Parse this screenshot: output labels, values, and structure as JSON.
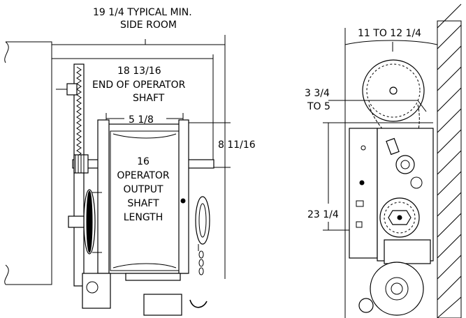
{
  "left_view": {
    "side_room": {
      "line1": "19 1/4 TYPICAL MIN.",
      "line2": "SIDE ROOM"
    },
    "operator_shaft_end": {
      "line1": "18 13/16",
      "line2": "END OF OPERATOR",
      "line3": "SHAFT"
    },
    "housing_width": "5 1/8",
    "shaft_offset": "8 11/16",
    "output_shaft": {
      "line1": "16",
      "line2": "OPERATOR",
      "line3": "OUTPUT",
      "line4": "SHAFT",
      "line5": "LENGTH"
    }
  },
  "right_view": {
    "clearance": "11 TO 12 1/4",
    "offset": {
      "line1": "3 3/4",
      "line2": "TO 5"
    },
    "height": "23 1/4"
  }
}
